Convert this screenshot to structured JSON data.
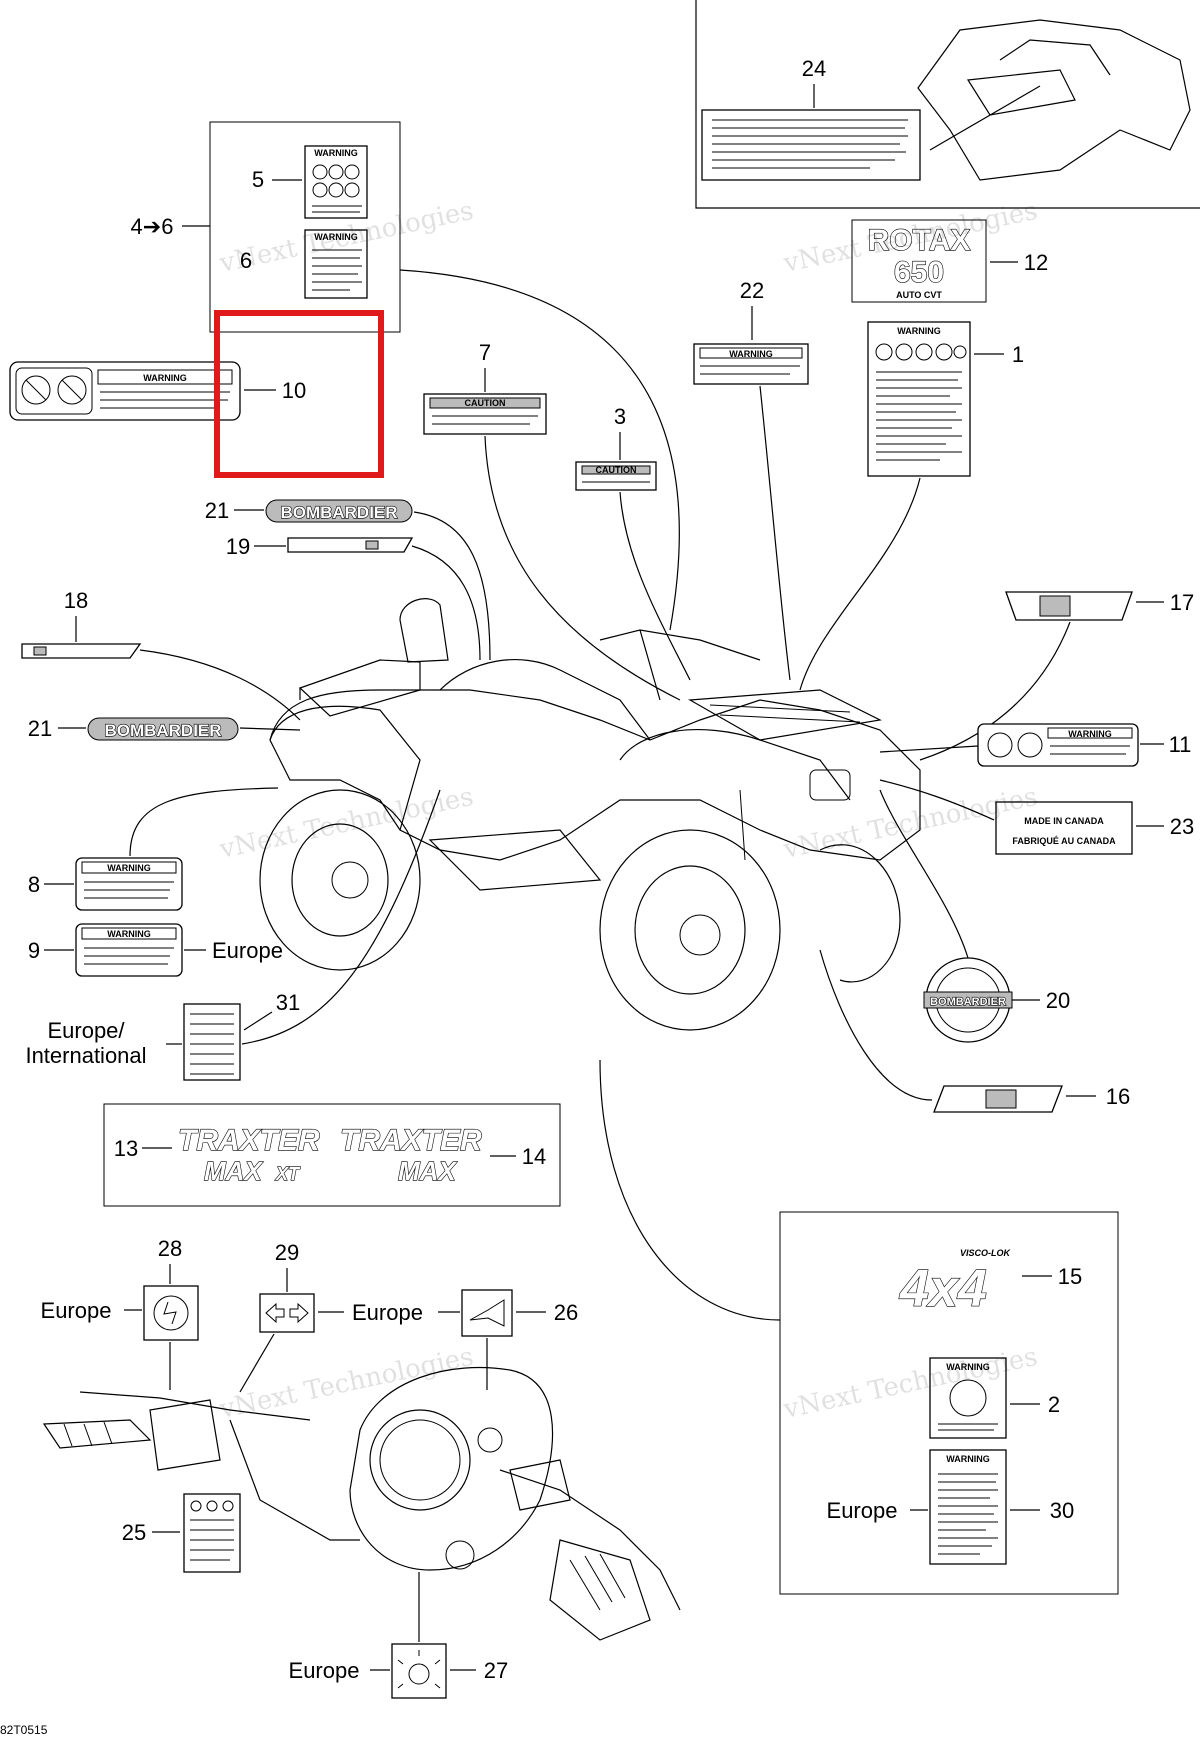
{
  "diagram": {
    "callouts": {
      "c1": "1",
      "c2": "2",
      "c3": "3",
      "c4_6": "4➔6",
      "c5": "5",
      "c6": "6",
      "c7": "7",
      "c8": "8",
      "c9": "9",
      "c10": "10",
      "c11": "11",
      "c12": "12",
      "c13": "13",
      "c14": "14",
      "c15": "15",
      "c16": "16",
      "c17": "17",
      "c18": "18",
      "c19": "19",
      "c20": "20",
      "c21a": "21",
      "c21b": "21",
      "c22": "22",
      "c23": "23",
      "c24": "24",
      "c25": "25",
      "c26": "26",
      "c27": "27",
      "c28": "28",
      "c29": "29",
      "c30": "30",
      "c31": "31"
    },
    "region_labels": {
      "europe_9": "Europe",
      "europe_intl_1": "Europe/",
      "europe_intl_2": "International",
      "europe_28": "Europe",
      "europe_26": "Europe",
      "europe_30": "Europe",
      "europe_27": "Europe"
    },
    "decal_text": {
      "warning": "WARNING",
      "caution": "CAUTION",
      "bombardier": "BOMBARDIER",
      "rotax": "ROTAX",
      "rotax_num": "650",
      "auto_cvt": "AUTO CVT",
      "made_in_canada": "MADE IN CANADA",
      "fabrique_au_canada": "FABRIQUÉ AU CANADA",
      "traxter": "TRAXTER",
      "max": "MAX",
      "xt": "XT",
      "visco_lok": "VISCO-LOK",
      "four_x_four": "4x4"
    },
    "watermark": "vNext Technologies",
    "figure_code": "82T0515",
    "highlight_color": "#e0191b"
  }
}
